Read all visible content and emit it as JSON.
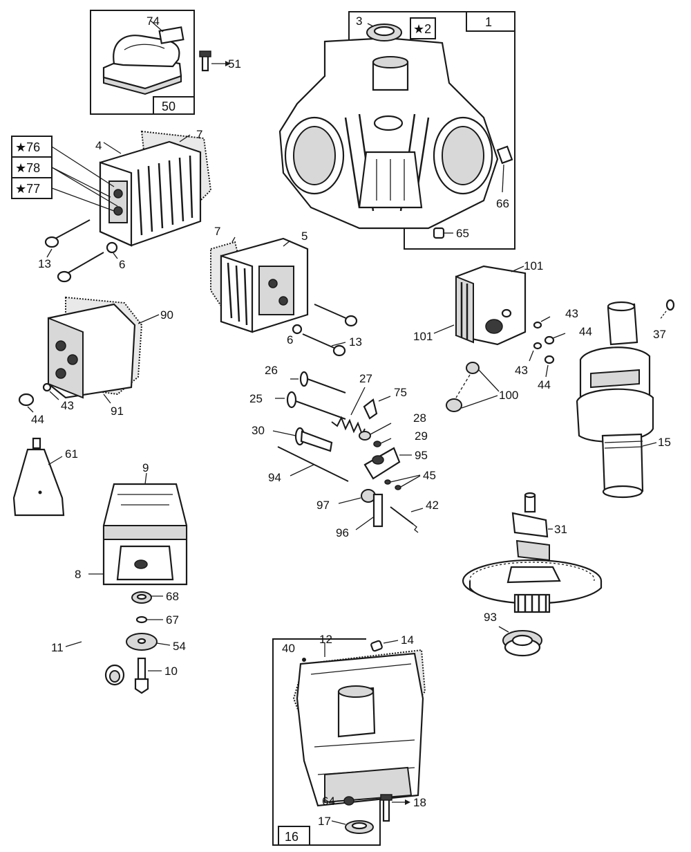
{
  "diagram": {
    "boxes": {
      "b50": "50",
      "b1": "1",
      "b16": "16"
    },
    "starred": {
      "s2": "★2",
      "s76": "★76",
      "s78": "★78",
      "s77": "★77"
    },
    "labels": {
      "l74": "74",
      "l51": "51",
      "l3": "3",
      "l4": "4",
      "l7a": "7",
      "l7b": "7",
      "l5": "5",
      "l66": "66",
      "l65": "65",
      "l13a": "13",
      "l6a": "6",
      "l6b": "6",
      "l13b": "13",
      "l90": "90",
      "l91": "91",
      "l43a": "43",
      "l44a": "44",
      "l101a": "101",
      "l101b": "101",
      "l43b": "43",
      "l44b": "44",
      "l43c": "43",
      "l44c": "44",
      "l37": "37",
      "l100": "100",
      "l15": "15",
      "l26": "26",
      "l27": "27",
      "l25": "25",
      "l75": "75",
      "l28": "28",
      "l30": "30",
      "l29": "29",
      "l95": "95",
      "l94": "94",
      "l45": "45",
      "l97": "97",
      "l42": "42",
      "l96": "96",
      "l61": "61",
      "l9": "9",
      "l8": "8",
      "l68": "68",
      "l67": "67",
      "l11": "11",
      "l54": "54",
      "l10": "10",
      "l31": "31",
      "l93": "93",
      "l12": "12",
      "l14": "14",
      "l40": "40",
      "l64": "64",
      "l18": "18",
      "l17": "17"
    },
    "icons": [
      "ignition-coil-icon",
      "crankcase-cylinder-icon",
      "cylinder-head-icon",
      "crankshaft-icon",
      "camshaft-gear-icon",
      "oil-sump-icon",
      "valve-icon",
      "spring-icon",
      "bolt-icon"
    ]
  }
}
